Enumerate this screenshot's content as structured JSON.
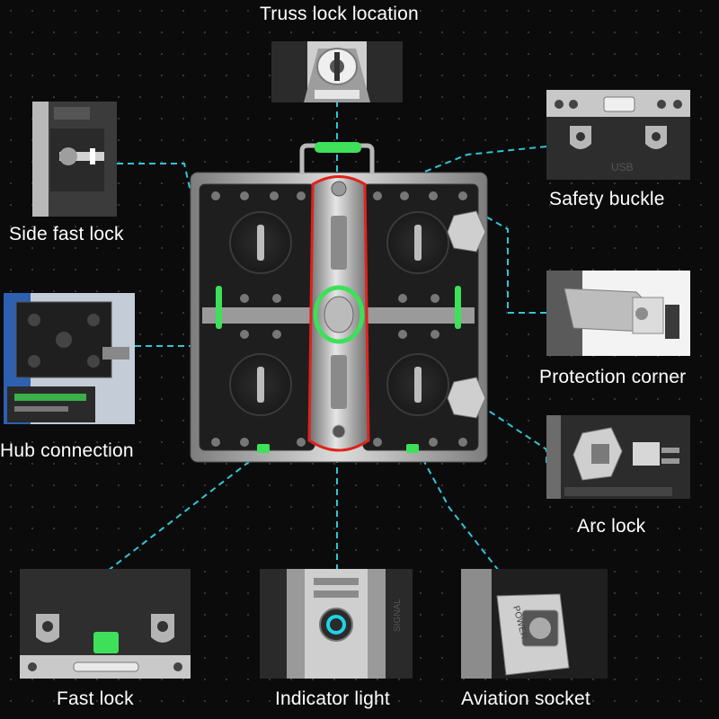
{
  "labels": {
    "truss_lock": "Truss lock location",
    "side_fast_lock": "Side fast lock",
    "safety_buckle": "Safety buckle",
    "hub_connection": "Hub connection",
    "protection_corner": "Protection corner",
    "arc_lock": "Arc lock",
    "fast_lock": "Fast lock",
    "indicator_light": "Indicator light",
    "aviation_socket": "Aviation socket"
  },
  "stamps": {
    "usb": "USB",
    "power": "POWER",
    "signal": "SIGNAL"
  },
  "colors": {
    "leader_line": "#2fc6d6",
    "accent_green": "#3ee05a",
    "highlight_red": "#e0221c",
    "indicator_cyan": "#1fd3e6"
  }
}
